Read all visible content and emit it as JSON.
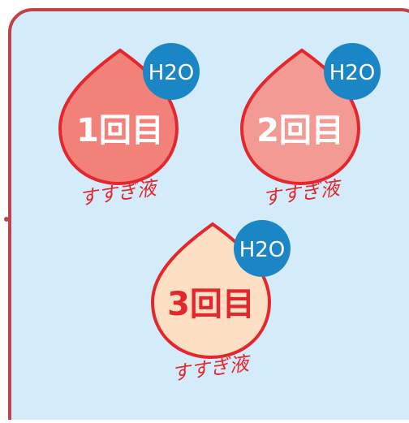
{
  "colors": {
    "panel_fill": "#d4ecf9",
    "panel_border": "#c0424b",
    "drop_outline": "#e4262d",
    "drop1_fill": "#f18179",
    "drop2_fill": "#f39a94",
    "drop3_fill": "#fde0c4",
    "badge_fill": "#1b86c6",
    "badge_text": "#ffffff",
    "drop_text_light": "#ffffff",
    "drop_text_dark": "#e4262d",
    "rinse_text": "#e4262d"
  },
  "badge_label": "H2O",
  "drops": [
    {
      "label": "1回目",
      "caption": "すすぎ液"
    },
    {
      "label": "2回目",
      "caption": "すすぎ液"
    },
    {
      "label": "3回目",
      "caption": "すすぎ液"
    }
  ]
}
